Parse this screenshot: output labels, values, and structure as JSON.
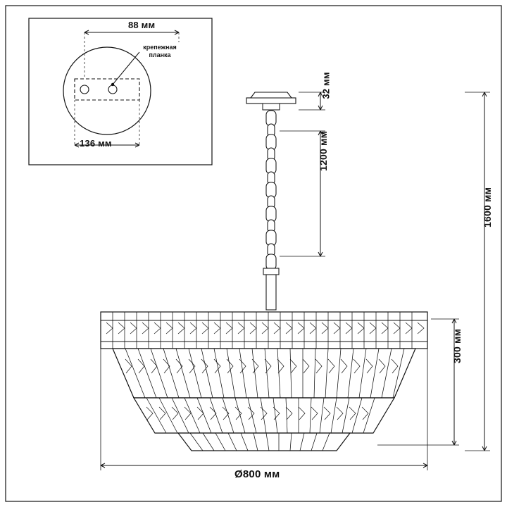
{
  "page": {
    "background_color": "#ffffff",
    "line_color": "#1a1a1a",
    "title": "Chandelier technical drawing"
  },
  "inset": {
    "name": "mounting-plate-detail",
    "top_dimension": "88 мм",
    "bottom_dimension": "136 мм",
    "callout_label_line1": "крепежная",
    "callout_label_line2": "планка"
  },
  "dimensions": {
    "canopy_height": "32 мм",
    "chain_length": "1200 мм",
    "total_height": "1600 мм",
    "shade_height": "300 мм",
    "diameter": "Ø800 мм"
  }
}
